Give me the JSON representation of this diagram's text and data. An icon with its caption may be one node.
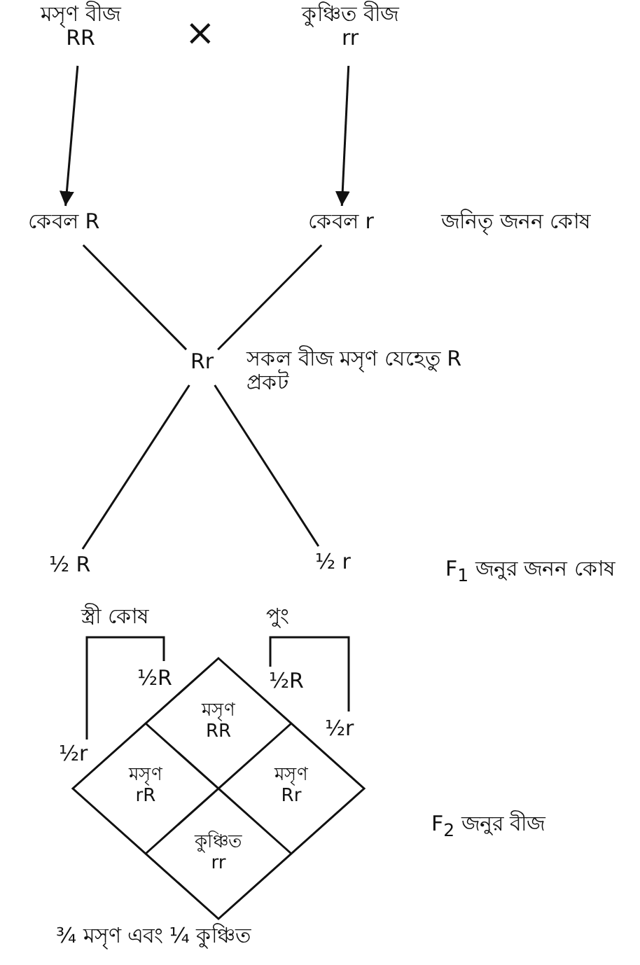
{
  "diagram": {
    "nodes": [
      {
        "text": [
          "মসৃণ বীজ",
          "RR"
        ]
      },
      {
        "text": [
          "কুঞ্চিত বীজ",
          "rr"
        ]
      },
      {
        "text": [
          "কেবল R"
        ]
      },
      {
        "text": [
          "কেবল r"
        ]
      },
      {
        "text": [
          "Rr"
        ],
        "beside": [
          "সকল বীজ মসৃণ যেহেতু R প্রকট"
        ]
      },
      {
        "text": [
          "½ R"
        ]
      },
      {
        "text": [
          "½ r"
        ]
      },
      {
        "text": [],
        "shape": "diamond"
      },
      {
        "text": [
          "মসৃণ",
          "RR"
        ],
        "in": 7
      },
      {
        "text": [
          "মসৃণ",
          "rR"
        ],
        "in": 7
      },
      {
        "text": [
          "মসৃণ",
          "Rr"
        ],
        "in": 7
      },
      {
        "text": [
          "কুঞ্চিত",
          "rr"
        ],
        "in": 7
      }
    ],
    "edges": [
      {
        "from": 0,
        "to": 2,
        "arrow": "to"
      },
      {
        "from": 1,
        "to": 3,
        "arrow": "to"
      },
      {
        "from": 2,
        "to": 4,
        "arrow": "none"
      },
      {
        "from": 3,
        "to": 4,
        "arrow": "none"
      },
      {
        "from": 4,
        "to": 5,
        "arrow": "none"
      },
      {
        "from": 4,
        "to": 6,
        "arrow": "none"
      }
    ],
    "labels": [
      "×",
      "জনিতৃ জনন কোষ",
      "F$_{1}$ জনুর জনন কোষ",
      "স্ত্রী কোষ",
      "পুং",
      "½R",
      "½R",
      "½r",
      "½r",
      "F$_{2}$ জনুর বীজ",
      "¾ মসৃণ এবং ¼ কুঞ্চিত"
    ]
  }
}
